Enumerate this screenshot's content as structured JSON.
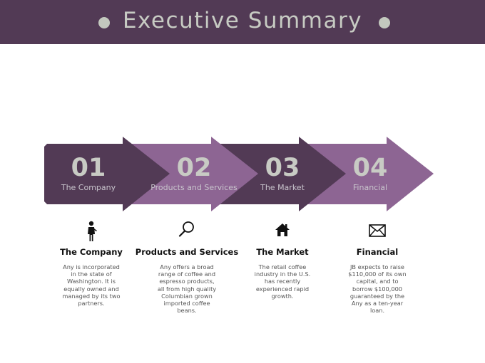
{
  "header": {
    "title": "Executive Summary",
    "background_color": "#523a55",
    "dot_color": "#c3c8be"
  },
  "colors": {
    "dark_purple": "#523a55",
    "light_purple": "#8d6593"
  },
  "steps": [
    {
      "number": "01",
      "label": "The Company",
      "icon": "person-icon",
      "title": "The Company",
      "description": "Any is incorporated in the state of Washington. It is equally owned and managed by its two partners."
    },
    {
      "number": "02",
      "label": "Products and Services",
      "icon": "magnifier-icon",
      "title": "Products and Services",
      "description": "Any offers a broad range of coffee and espresso products, all from high quality Columbian grown imported coffee beans."
    },
    {
      "number": "03",
      "label": "The Market",
      "icon": "house-icon",
      "title": "The Market",
      "description": "The retail coffee industry in the U.S. has recently experienced rapid growth."
    },
    {
      "number": "04",
      "label": "Financial",
      "icon": "envelope-icon",
      "title": "Financial",
      "description": "JB expects to raise $110,000 of its own capital, and to borrow $100,000 guaranteed by the Any as a ten-year loan."
    }
  ]
}
